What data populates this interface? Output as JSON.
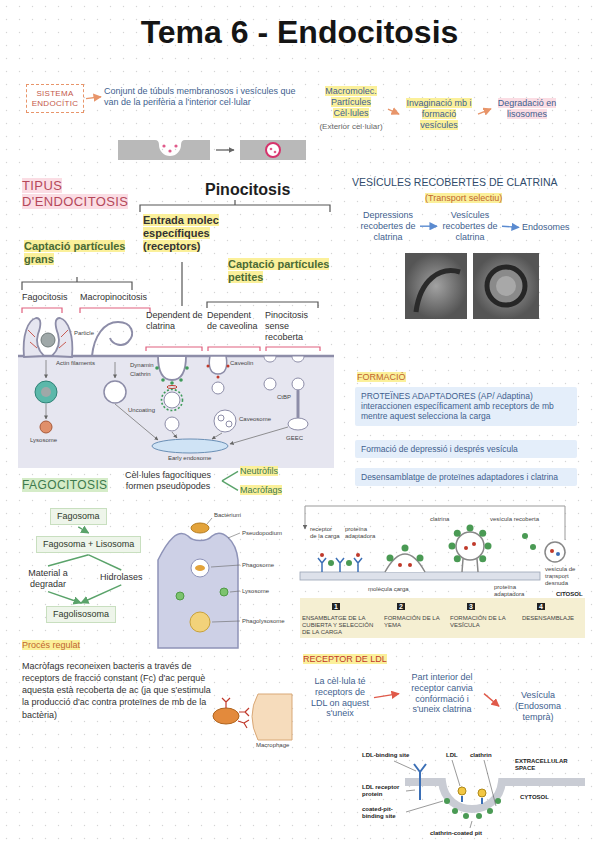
{
  "diagram": {
    "title": "Tema 6 - Endocitosis",
    "nodes": [
      {
        "text": [
          "SISTEMA ENDOCÍTIC"
        ]
      },
      {
        "text": [
          "Conjunt de túbuls membranosos i vesícules que van de la perifèria a l'interior cel·lular"
        ]
      },
      {
        "text": [
          "Macromolec. Partícules Cèl·lules",
          "(Exterior cel·lular)"
        ]
      },
      {
        "text": [
          "Invaginació mb i formació vesícules"
        ]
      },
      {
        "text": [
          "Degradació en lisosomes"
        ]
      },
      {
        "text": [
          "Depressions recobertes de clatrina"
        ]
      },
      {
        "text": [
          "Vesícules recobertes de clatrina"
        ]
      },
      {
        "text": [
          "Endosomes"
        ]
      },
      {
        "text": [
          "PROTEÏNES ADAPTADORES (AP/ Adaptina) interaccionen específicament amb receptors de mb mentre aquest selecciona la carga"
        ]
      },
      {
        "text": [
          "Formació de depressió i després vesícula"
        ]
      },
      {
        "text": [
          "Desensamblatge de proteïnes adaptadores i clatrina"
        ]
      },
      {
        "text": [
          "Cèl·lules fagocítiques formen pseudòpodes"
        ]
      },
      {
        "text": [
          "Neutròfils"
        ]
      },
      {
        "text": [
          "Macròfags"
        ]
      },
      {
        "text": [
          "Fagosoma"
        ]
      },
      {
        "text": [
          "Fagosoma + Lisosoma"
        ]
      },
      {
        "text": [
          "Material a degradar"
        ]
      },
      {
        "text": [
          "Hidrolases"
        ]
      },
      {
        "text": [
          "Fagolisosoma"
        ]
      },
      {
        "text": [
          "La cèl·lula té receptors de LDL on aquest s'uneix"
        ]
      },
      {
        "text": [
          "Part interior del receptor canvia conformació i s'uneix clatrina"
        ]
      },
      {
        "text": [
          "Vesícula (Endosoma temprà)"
        ]
      }
    ],
    "edges": [
      {
        "from": 0,
        "to": 1,
        "arrow": "to"
      },
      {
        "from": 2,
        "to": 3,
        "arrow": "to"
      },
      {
        "from": 3,
        "to": 4,
        "arrow": "to"
      },
      {
        "from": 5,
        "to": 6,
        "arrow": "to"
      },
      {
        "from": 6,
        "to": 7,
        "arrow": "to"
      },
      {
        "from": 11,
        "to": 12,
        "arrow": "none"
      },
      {
        "from": 11,
        "to": 13,
        "arrow": "none"
      },
      {
        "from": 14,
        "to": 15,
        "arrow": "to"
      },
      {
        "from": 15,
        "to": 16,
        "arrow": "none"
      },
      {
        "from": 15,
        "to": 17,
        "arrow": "none"
      },
      {
        "from": 16,
        "to": 18,
        "arrow": "to"
      },
      {
        "from": 17,
        "to": 18,
        "arrow": "to"
      },
      {
        "from": 19,
        "to": 20,
        "arrow": "to"
      },
      {
        "from": 20,
        "to": 21,
        "arrow": "to"
      }
    ],
    "labels": [
      "TIPUS D'ENDOCITOSIS",
      "Pinocitosis",
      "Entrada molec específiques (receptors)",
      "Captació partícules grans",
      "Captació partícules petites",
      "Fagocitosis",
      "Macropinocitosis",
      "Dependent de clatrina",
      "Dependent de caveolina",
      "Pinocitosis sense recoberta",
      "Particle",
      "Actin filaments",
      "Dynamin",
      "Clathrin",
      "Uncoating",
      "Caveolin",
      "Caveosome",
      "CtBP",
      "GEEC",
      "Lysosome",
      "Early endosome",
      "VESÍCULES RECOBERTES DE CLATRINA",
      "(Transport selectiu)",
      "FORMACIÓ",
      "FAGOCITOSIS",
      "Bacterium",
      "Pseudopodium",
      "Phagosome",
      "Lysosome",
      "Phagolysosome",
      "Procés regulat",
      "Macròfags reconeixen bacteris a través de receptors de fracció constant (Fc) d'ac perquè aquesta està recoberta de ac (ja que s'estimula la producció d'ac contra proteïnes de mb de la bactèria)",
      "Macrophage",
      "clatrina",
      "vesícula recoberta",
      "receptor de la carga",
      "proteïna adaptadora",
      "molècula carga",
      "proteïna adaptadora",
      "vesícula de transport desnuda",
      "CITOSOL",
      "1",
      "2",
      "3",
      "4",
      "ENSAMBLATGE DE LA CUBIERTA Y SELECCIÓN DE LA CARGA",
      "FORMACIÓN DE LA YEMA",
      "FORMACIÓN DE LA VESÍCULA",
      "DESENSAMBLAJE",
      "RECEPTOR DE LDL",
      "LDL-binding site",
      "LDL",
      "clathrin",
      "EXTRACELLULAR SPACE",
      "CYTOSOL",
      "LDL receptor protein",
      "coated-pit-binding site",
      "clathrin-coated pit"
    ]
  }
}
